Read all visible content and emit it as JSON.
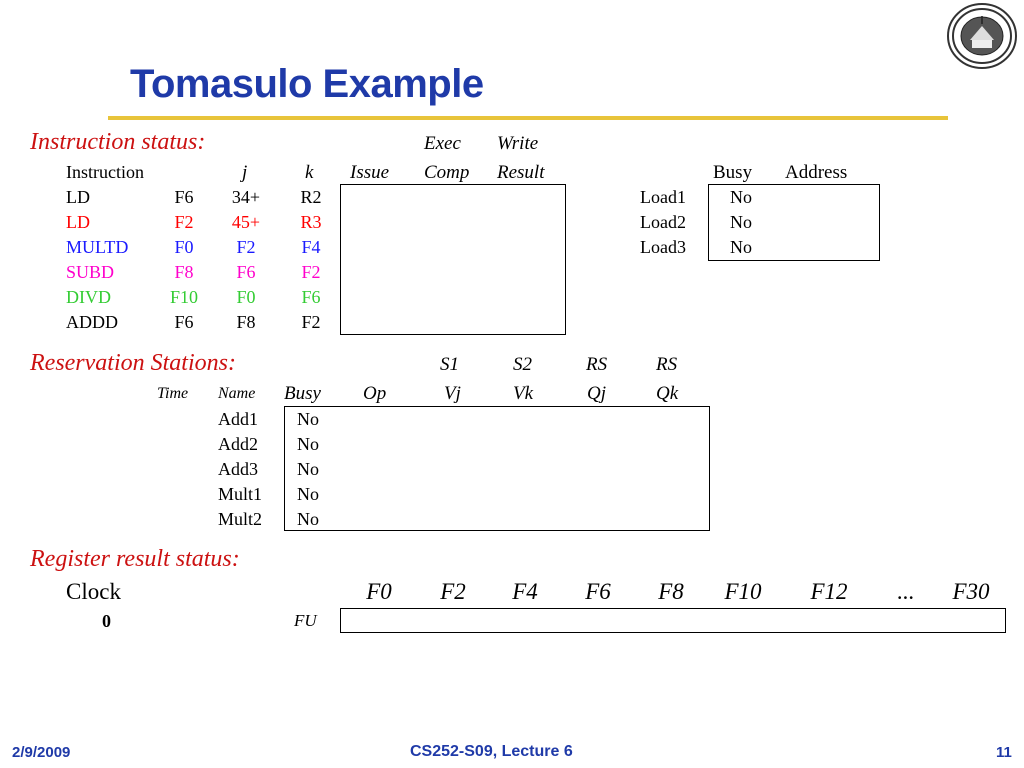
{
  "slide": {
    "title": "Tomasulo Example",
    "date": "2/9/2009",
    "course": "CS252-S09, Lecture 6",
    "page": "11"
  },
  "instruction_status": {
    "heading": "Instruction status:",
    "exec_top": "Exec",
    "write_top": "Write",
    "columns": [
      "Instruction",
      "j",
      "k",
      "Issue",
      "Comp",
      "Result"
    ],
    "rows": [
      {
        "op": "LD",
        "j": "F6",
        "k": "34+",
        "r": "R2",
        "color": "#000000"
      },
      {
        "op": "LD",
        "j": "F2",
        "k": "45+",
        "r": "R3",
        "color": "#ff0000"
      },
      {
        "op": "MULTD",
        "j": "F0",
        "k": "F2",
        "r": "F4",
        "color": "#1a1aff"
      },
      {
        "op": "SUBD",
        "j": "F8",
        "k": "F6",
        "r": "F2",
        "color": "#ff00cc"
      },
      {
        "op": "DIVD",
        "j": "F10",
        "k": "F0",
        "r": "F6",
        "color": "#33cc33"
      },
      {
        "op": "ADDD",
        "j": "F6",
        "k": "F8",
        "r": "F2",
        "color": "#000000"
      }
    ]
  },
  "load_buffers": {
    "columns": [
      "Busy",
      "Address"
    ],
    "rows": [
      {
        "name": "Load1",
        "busy": "No"
      },
      {
        "name": "Load2",
        "busy": "No"
      },
      {
        "name": "Load3",
        "busy": "No"
      }
    ]
  },
  "reservation_stations": {
    "heading": "Reservation Stations:",
    "top_labels": [
      "S1",
      "S2",
      "RS",
      "RS"
    ],
    "columns": [
      "Time",
      "Name",
      "Busy",
      "Op",
      "Vj",
      "Vk",
      "Qj",
      "Qk"
    ],
    "rows": [
      {
        "name": "Add1",
        "busy": "No"
      },
      {
        "name": "Add2",
        "busy": "No"
      },
      {
        "name": "Add3",
        "busy": "No"
      },
      {
        "name": "Mult1",
        "busy": "No"
      },
      {
        "name": "Mult2",
        "busy": "No"
      }
    ]
  },
  "register_status": {
    "heading": "Register result status:",
    "clock_label": "Clock",
    "clock_value": "0",
    "fu_label": "FU",
    "registers": [
      "F0",
      "F2",
      "F4",
      "F6",
      "F8",
      "F10",
      "F12",
      "...",
      "F30"
    ]
  },
  "colors": {
    "title": "#1f3aa8",
    "rule": "#e8c43a",
    "section": "#cc1111"
  },
  "icons": {
    "logo": "university-seal-icon"
  }
}
